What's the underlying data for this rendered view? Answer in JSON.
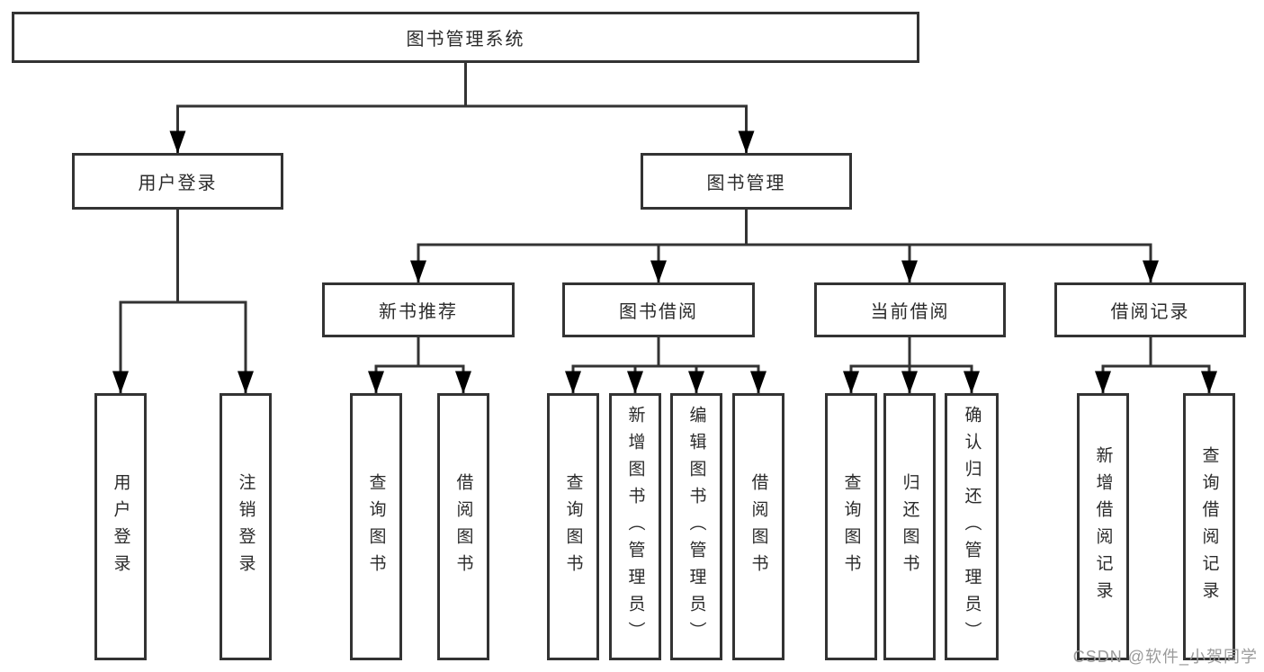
{
  "diagram_type": "hierarchy-tree",
  "tree": {
    "label": "图书管理系统",
    "children": [
      {
        "label": "用户登录",
        "children": [
          {
            "label": "用户登录"
          },
          {
            "label": "注销登录"
          }
        ]
      },
      {
        "label": "图书管理",
        "children": [
          {
            "label": "新书推荐",
            "children": [
              {
                "label": "查询图书"
              },
              {
                "label": "借阅图书"
              }
            ]
          },
          {
            "label": "图书借阅",
            "children": [
              {
                "label": "查询图书"
              },
              {
                "label": "新增图书（管理员）"
              },
              {
                "label": "编辑图书（管理员）"
              },
              {
                "label": "借阅图书"
              }
            ]
          },
          {
            "label": "当前借阅",
            "children": [
              {
                "label": "查询图书"
              },
              {
                "label": "归还图书"
              },
              {
                "label": "确认归还（管理员）"
              }
            ]
          },
          {
            "label": "借阅记录",
            "children": [
              {
                "label": "新增借阅记录"
              },
              {
                "label": "查询借阅记录"
              }
            ]
          }
        ]
      }
    ]
  },
  "watermark": {
    "text": "CSDN @软件_小贺同学"
  },
  "colors": {
    "background": "#ffffff",
    "line": "#333333",
    "box_border": "#333333",
    "box_fill": "#ffffff",
    "text": "#2b2b2b",
    "watermark": "#9a9a9a"
  }
}
